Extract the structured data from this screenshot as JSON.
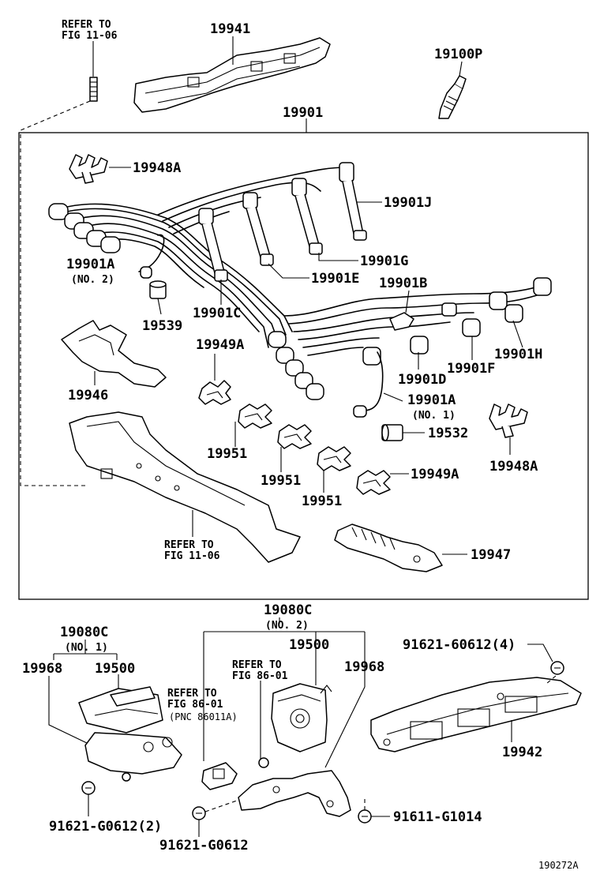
{
  "labels": {
    "refer_fig_1106_top_a": "REFER TO",
    "refer_fig_1106_top_b": "FIG 11-06",
    "p19941": "19941",
    "p19100P": "19100P",
    "p19901": "19901",
    "p19948A_top": "19948A",
    "p19901J": "19901J",
    "p19901A_no2": "19901A",
    "no2_a": "(NO. 2)",
    "p19901G": "19901G",
    "p19901E": "19901E",
    "p19901B": "19901B",
    "p19539": "19539",
    "p19901C": "19901C",
    "p19949A_left": "19949A",
    "p19901H": "19901H",
    "p19901D": "19901D",
    "p19901F": "19901F",
    "p19946": "19946",
    "p19901A_no1": "19901A",
    "no1_a": "(NO. 1)",
    "p19532": "19532",
    "p19948A_right": "19948A",
    "p19951_a": "19951",
    "p19951_b": "19951",
    "p19951_c": "19951",
    "p19949A_right": "19949A",
    "refer_fig_1106_bot_a": "REFER TO",
    "refer_fig_1106_bot_b": "FIG 11-06",
    "p19947": "19947",
    "p19080C_top": "19080C",
    "no2_b": "(NO. 2)",
    "p19080C_left": "19080C",
    "no1_b": "(NO. 1)",
    "p19500_right": "19500",
    "p91621_60612": "91621-60612(4)",
    "p19968_left": "19968",
    "p19500_left": "19500",
    "refer_fig_8601_a_1": "REFER TO",
    "refer_fig_8601_a_2": "FIG 86-01",
    "p19968_right": "19968",
    "refer_fig_8601_b_1": "REFER TO",
    "refer_fig_8601_b_2": "FIG 86-01",
    "refer_fig_8601_b_3": "(PNC 86011A)",
    "p19942": "19942",
    "p91621_G0612_2": "91621-G0612(2)",
    "p91621_G0612": "91621-G0612",
    "p91611_G1014": "91611-G1014",
    "figure_id": "190272A"
  }
}
